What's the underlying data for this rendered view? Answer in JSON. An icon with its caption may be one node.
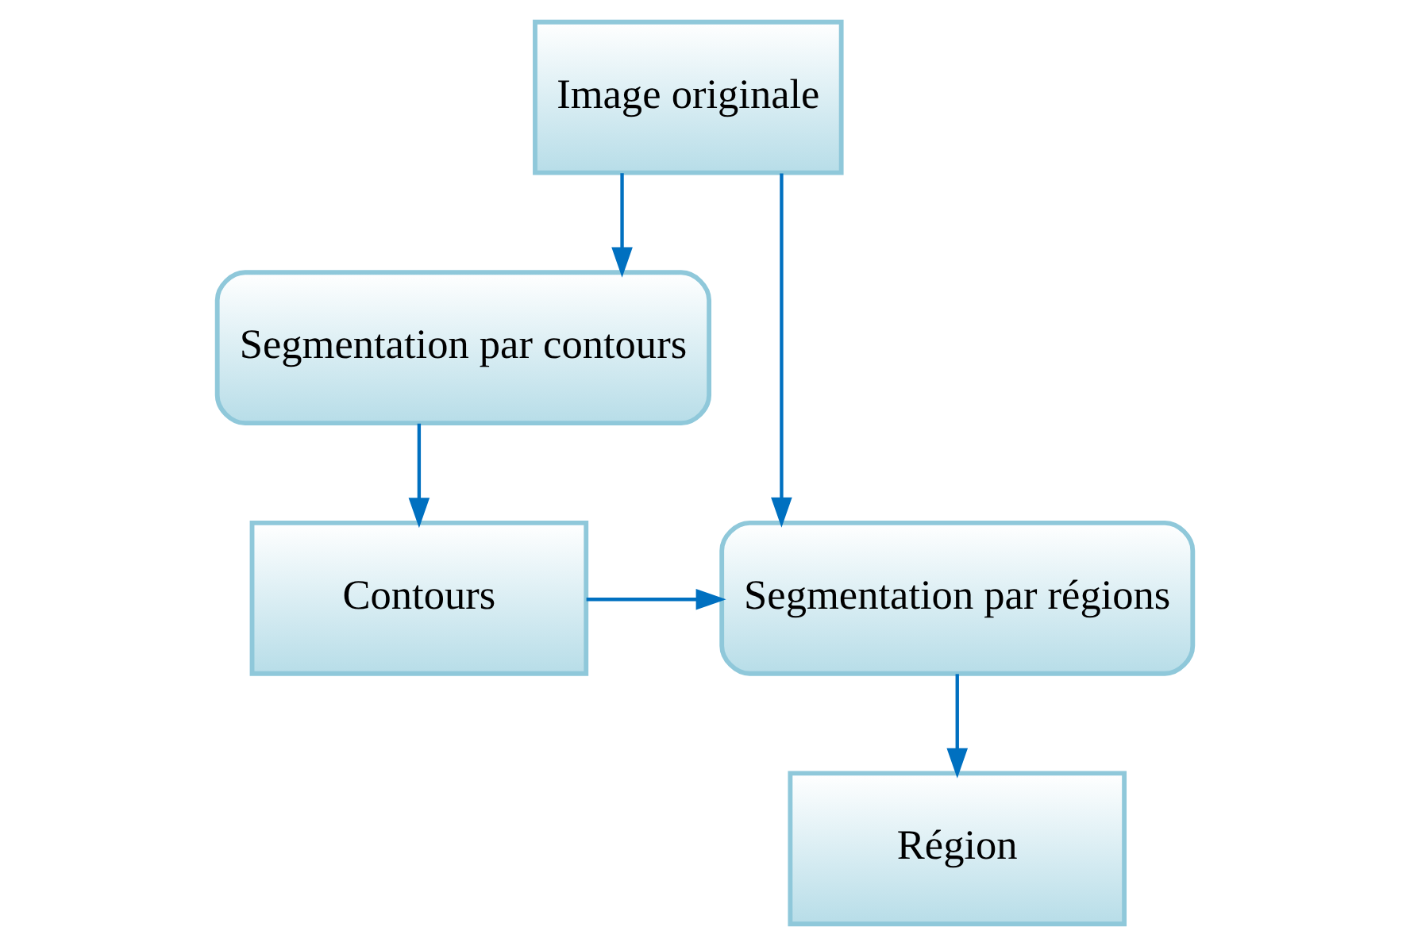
{
  "diagram": {
    "nodes": [
      {
        "text": [
          "Image originale"
        ]
      },
      {
        "text": [
          "Segmentation par contours"
        ]
      },
      {
        "text": [
          "Contours"
        ]
      },
      {
        "text": [
          "Segmentation par régions"
        ]
      },
      {
        "text": [
          "Région"
        ]
      }
    ],
    "edges": [
      {
        "from": 0,
        "to": 1,
        "arrow": "to"
      },
      {
        "from": 0,
        "to": 3,
        "arrow": "to"
      },
      {
        "from": 1,
        "to": 2,
        "arrow": "to"
      },
      {
        "from": 2,
        "to": 3,
        "arrow": "to"
      },
      {
        "from": 3,
        "to": 4,
        "arrow": "to"
      }
    ]
  }
}
